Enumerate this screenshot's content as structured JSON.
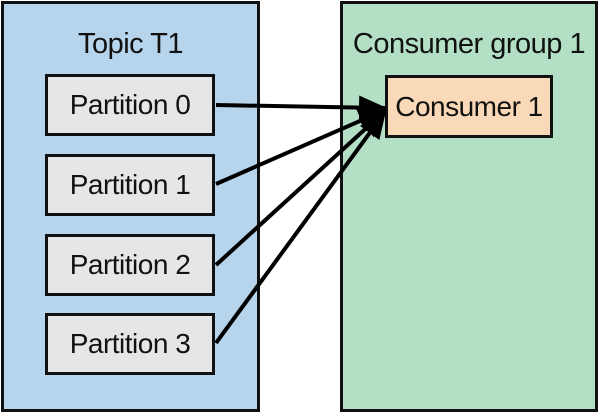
{
  "topic": {
    "title": "Topic T1",
    "background": "#b6d5ec",
    "partitions": [
      {
        "label": "Partition 0"
      },
      {
        "label": "Partition 1"
      },
      {
        "label": "Partition 2"
      },
      {
        "label": "Partition 3"
      }
    ],
    "partition_background": "#e6e6e6"
  },
  "group": {
    "title": "Consumer group 1",
    "background": "#b3dfc5",
    "consumer": {
      "label": "Consumer 1",
      "background": "#fad9b8"
    }
  },
  "colors": {
    "border": "#111111",
    "arrow": "#000000"
  }
}
